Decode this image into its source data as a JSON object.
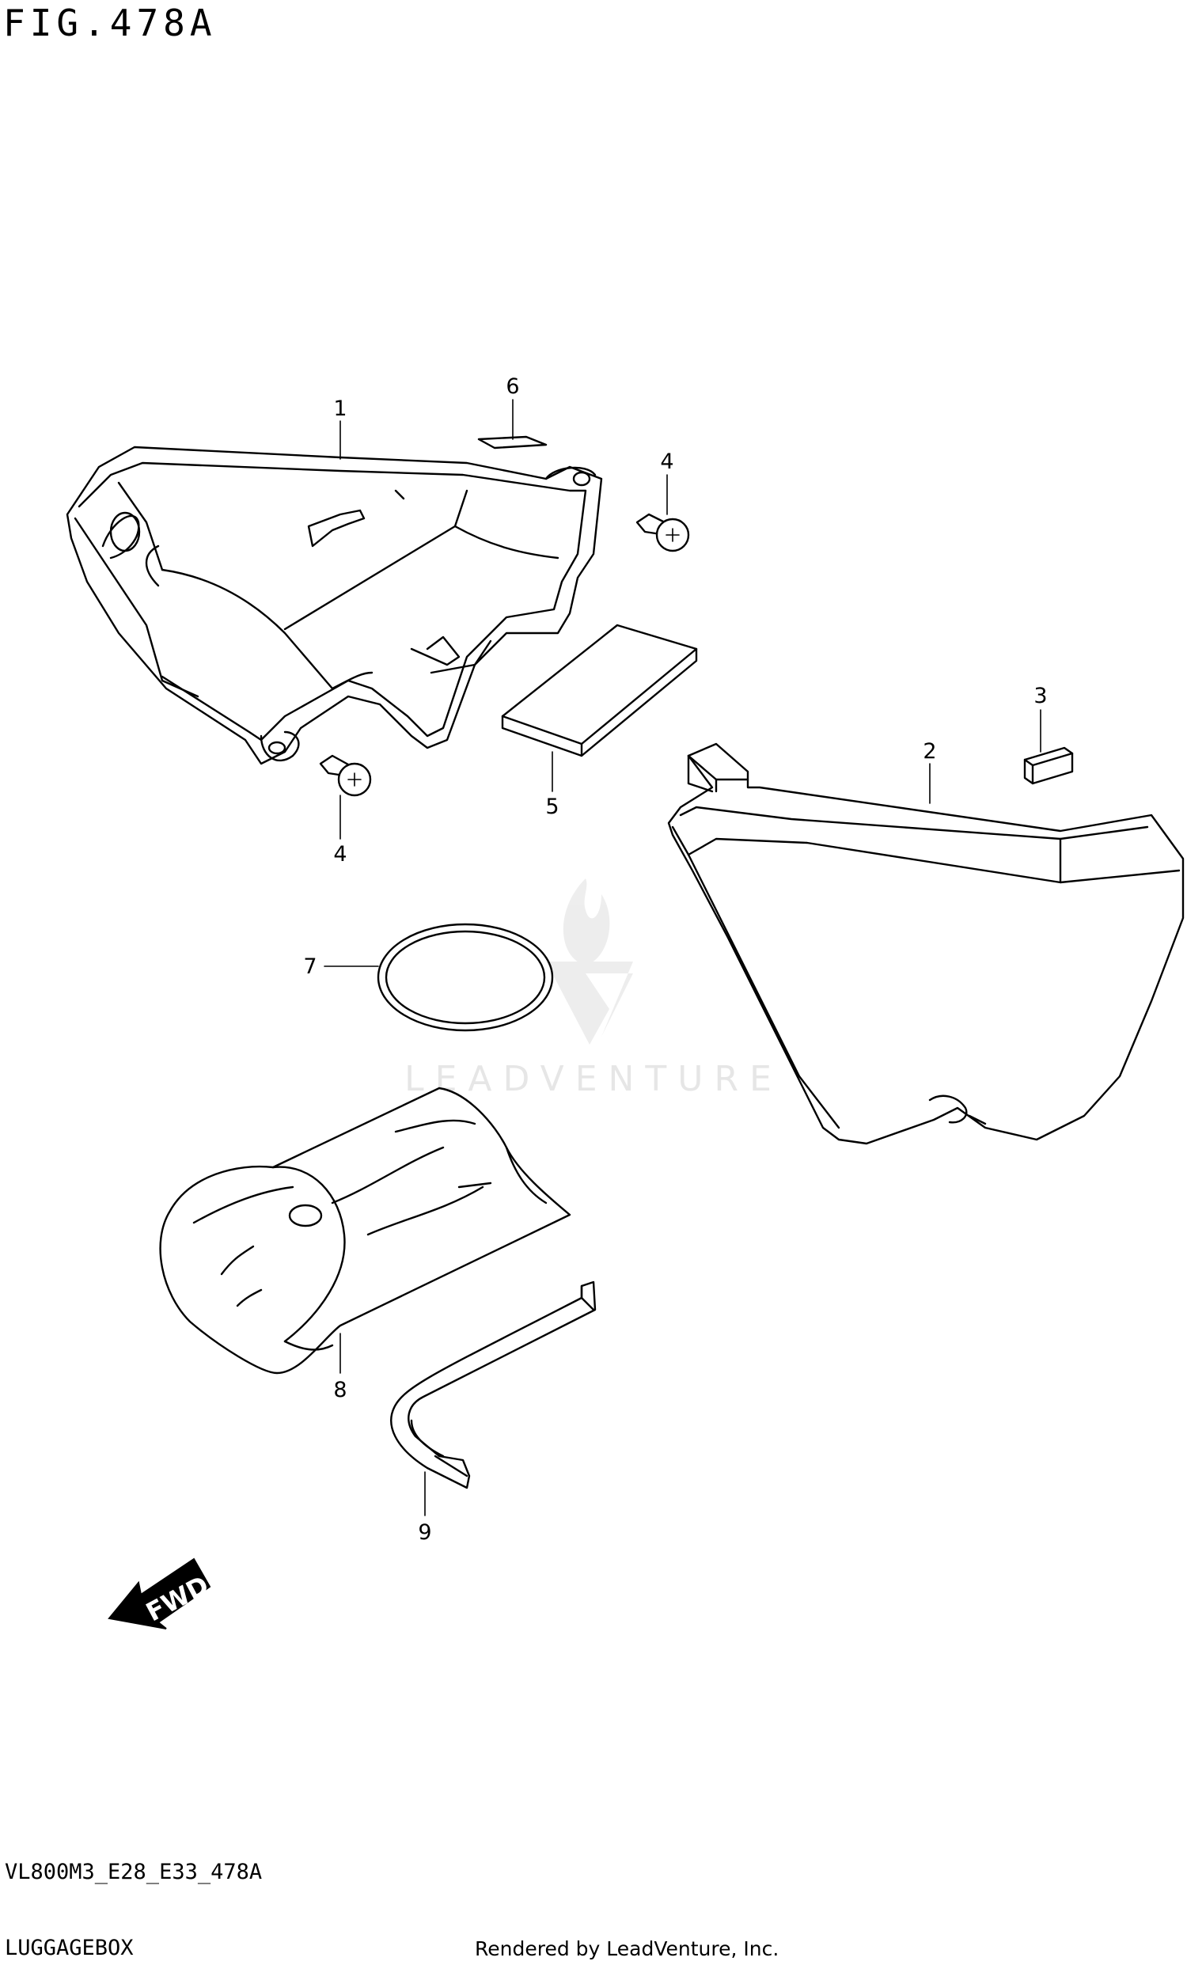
{
  "figure": {
    "title": "FIG.478A",
    "code": "VL800M3_E28_E33_478A",
    "group": "LUGGAGEBOX",
    "credit": "Rendered by LeadVenture, Inc."
  },
  "watermark": {
    "text": "LEADVENTURE"
  },
  "callouts": [
    {
      "id": "1",
      "label": "1",
      "part": "luggage box"
    },
    {
      "id": "2",
      "label": "2",
      "part": "side cover"
    },
    {
      "id": "3",
      "label": "3",
      "part": "label / cushion"
    },
    {
      "id": "4a",
      "label": "4",
      "part": "screw (upper)"
    },
    {
      "id": "4b",
      "label": "4",
      "part": "screw (lower)"
    },
    {
      "id": "5",
      "label": "5",
      "part": "pad"
    },
    {
      "id": "6",
      "label": "6",
      "part": "cushion"
    },
    {
      "id": "7",
      "label": "7",
      "part": "band"
    },
    {
      "id": "8",
      "label": "8",
      "part": "tool bag"
    },
    {
      "id": "9",
      "label": "9",
      "part": "hex wrench"
    }
  ],
  "fwd_indicator": {
    "text": "FWD"
  },
  "icons": {
    "forward": "arrow-fwd-icon",
    "watermark": "leadventure-logo-icon"
  }
}
